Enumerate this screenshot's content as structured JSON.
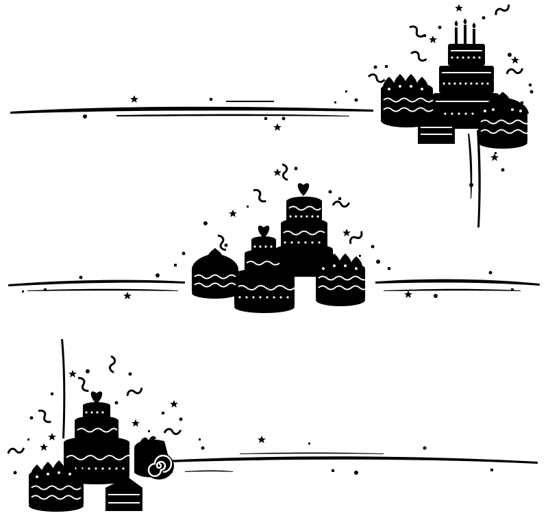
{
  "colors": {
    "ink": "#000000",
    "paper": "#ffffff"
  },
  "illustration": {
    "subject": "birthday-cakes-silhouette-set",
    "groups": [
      {
        "name": "top-right-group",
        "items": [
          "three-tier-cake-with-candles",
          "layer-cake-with-cream-rosettes",
          "cake-slice",
          "cream-dome-cake",
          "confetti",
          "stars",
          "swirl-divider-line"
        ]
      },
      {
        "name": "middle-group",
        "items": [
          "tall-heart-topped-cake",
          "heart-topped-tiered-cake",
          "cream-dome-cake",
          "layer-cake-with-rosettes",
          "confetti",
          "stars",
          "swirl-divider-line"
        ]
      },
      {
        "name": "bottom-left-group",
        "items": [
          "heart-topped-tiered-cake",
          "swiss-roll",
          "rosette-cake",
          "cake-slice",
          "confetti",
          "stars",
          "swirl-divider-line"
        ]
      }
    ]
  }
}
